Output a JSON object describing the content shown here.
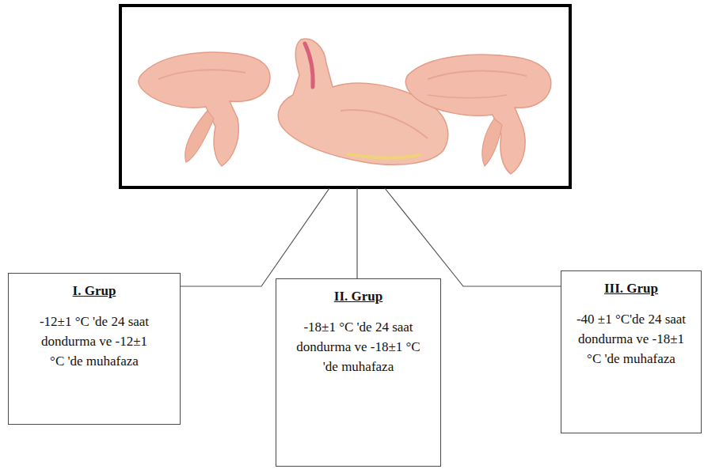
{
  "diagram": {
    "nodes": [
      {
        "text": [
          "I. Grup",
          "-12±1 °C 'de 24 saat dondurma ve -12±1 °C 'de muhafaza"
        ]
      },
      {
        "text": [
          "II. Grup",
          "-18±1 °C 'de 24 saat dondurma ve -18±1 °C 'de muhafaza"
        ]
      },
      {
        "text": [
          "III. Grup",
          "-40 ±1 °C'de 24 saat dondurma ve -18±1 °C 'de muhafaza"
        ]
      }
    ]
  }
}
